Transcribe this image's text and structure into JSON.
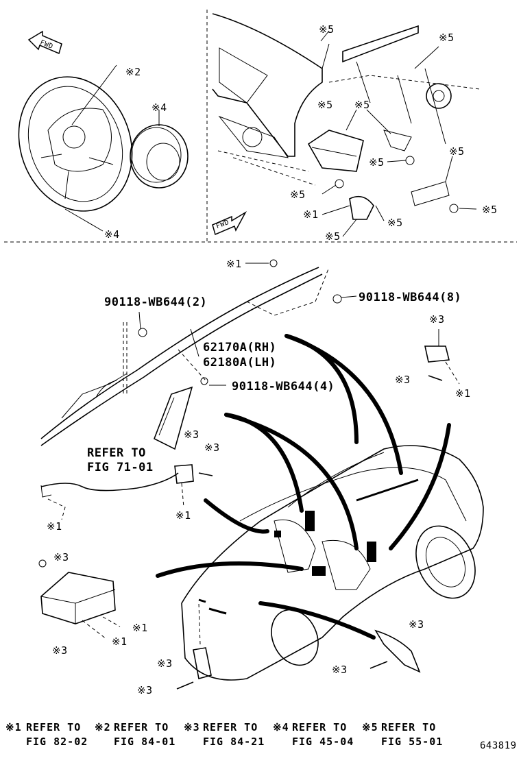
{
  "labels": {
    "steer_ref2": "※2",
    "steer_ref4a": "※4",
    "steer_ref4b": "※4",
    "fwd1": "FWD",
    "fwd2": "FWD",
    "dash_ref5a": "※5",
    "dash_ref5b": "※5",
    "dash_ref5c": "※5",
    "dash_ref5d": "※5",
    "dash_ref5e": "※5",
    "dash_ref5f": "※5",
    "dash_ref5g": "※5",
    "dash_ref5h": "※5",
    "dash_ref5i": "※5",
    "dash_ref1": "※1",
    "curtain_ref1": "※1",
    "bolt_2": "90118-WB644(2)",
    "bolt_8": "90118-WB644(8)",
    "bolt_4": "90118-WB644(4)",
    "part_rh": "62170A(RH)",
    "part_lh": "62180A(LH)",
    "refer_to": "REFER TO",
    "fig_71": "FIG 71-01",
    "sensor_ref3a": "※3",
    "sensor_ref3b": "※3",
    "sensor_ref1a": "※1",
    "mid_ref3a": "※3",
    "mid_ref3b": "※3",
    "mid_ref1": "※1",
    "wire_ref1": "※1",
    "ecu_ref3a": "※3",
    "ecu_ref1a": "※1",
    "ecu_ref1b": "※1",
    "ecu_ref3b": "※3",
    "front_ref3a": "※3",
    "front_ref3b": "※3",
    "rear_ref3a": "※3",
    "rear_ref3b": "※3",
    "diagram_number": "643819"
  },
  "footnotes": [
    {
      "mark": "※1",
      "line1": "REFER TO",
      "line2": "FIG 82-02"
    },
    {
      "mark": "※2",
      "line1": "REFER TO",
      "line2": "FIG 84-01"
    },
    {
      "mark": "※3",
      "line1": "REFER TO",
      "line2": "FIG 84-21"
    },
    {
      "mark": "※4",
      "line1": "REFER TO",
      "line2": "FIG 45-04"
    },
    {
      "mark": "※5",
      "line1": "REFER TO",
      "line2": "FIG 55-01"
    }
  ]
}
